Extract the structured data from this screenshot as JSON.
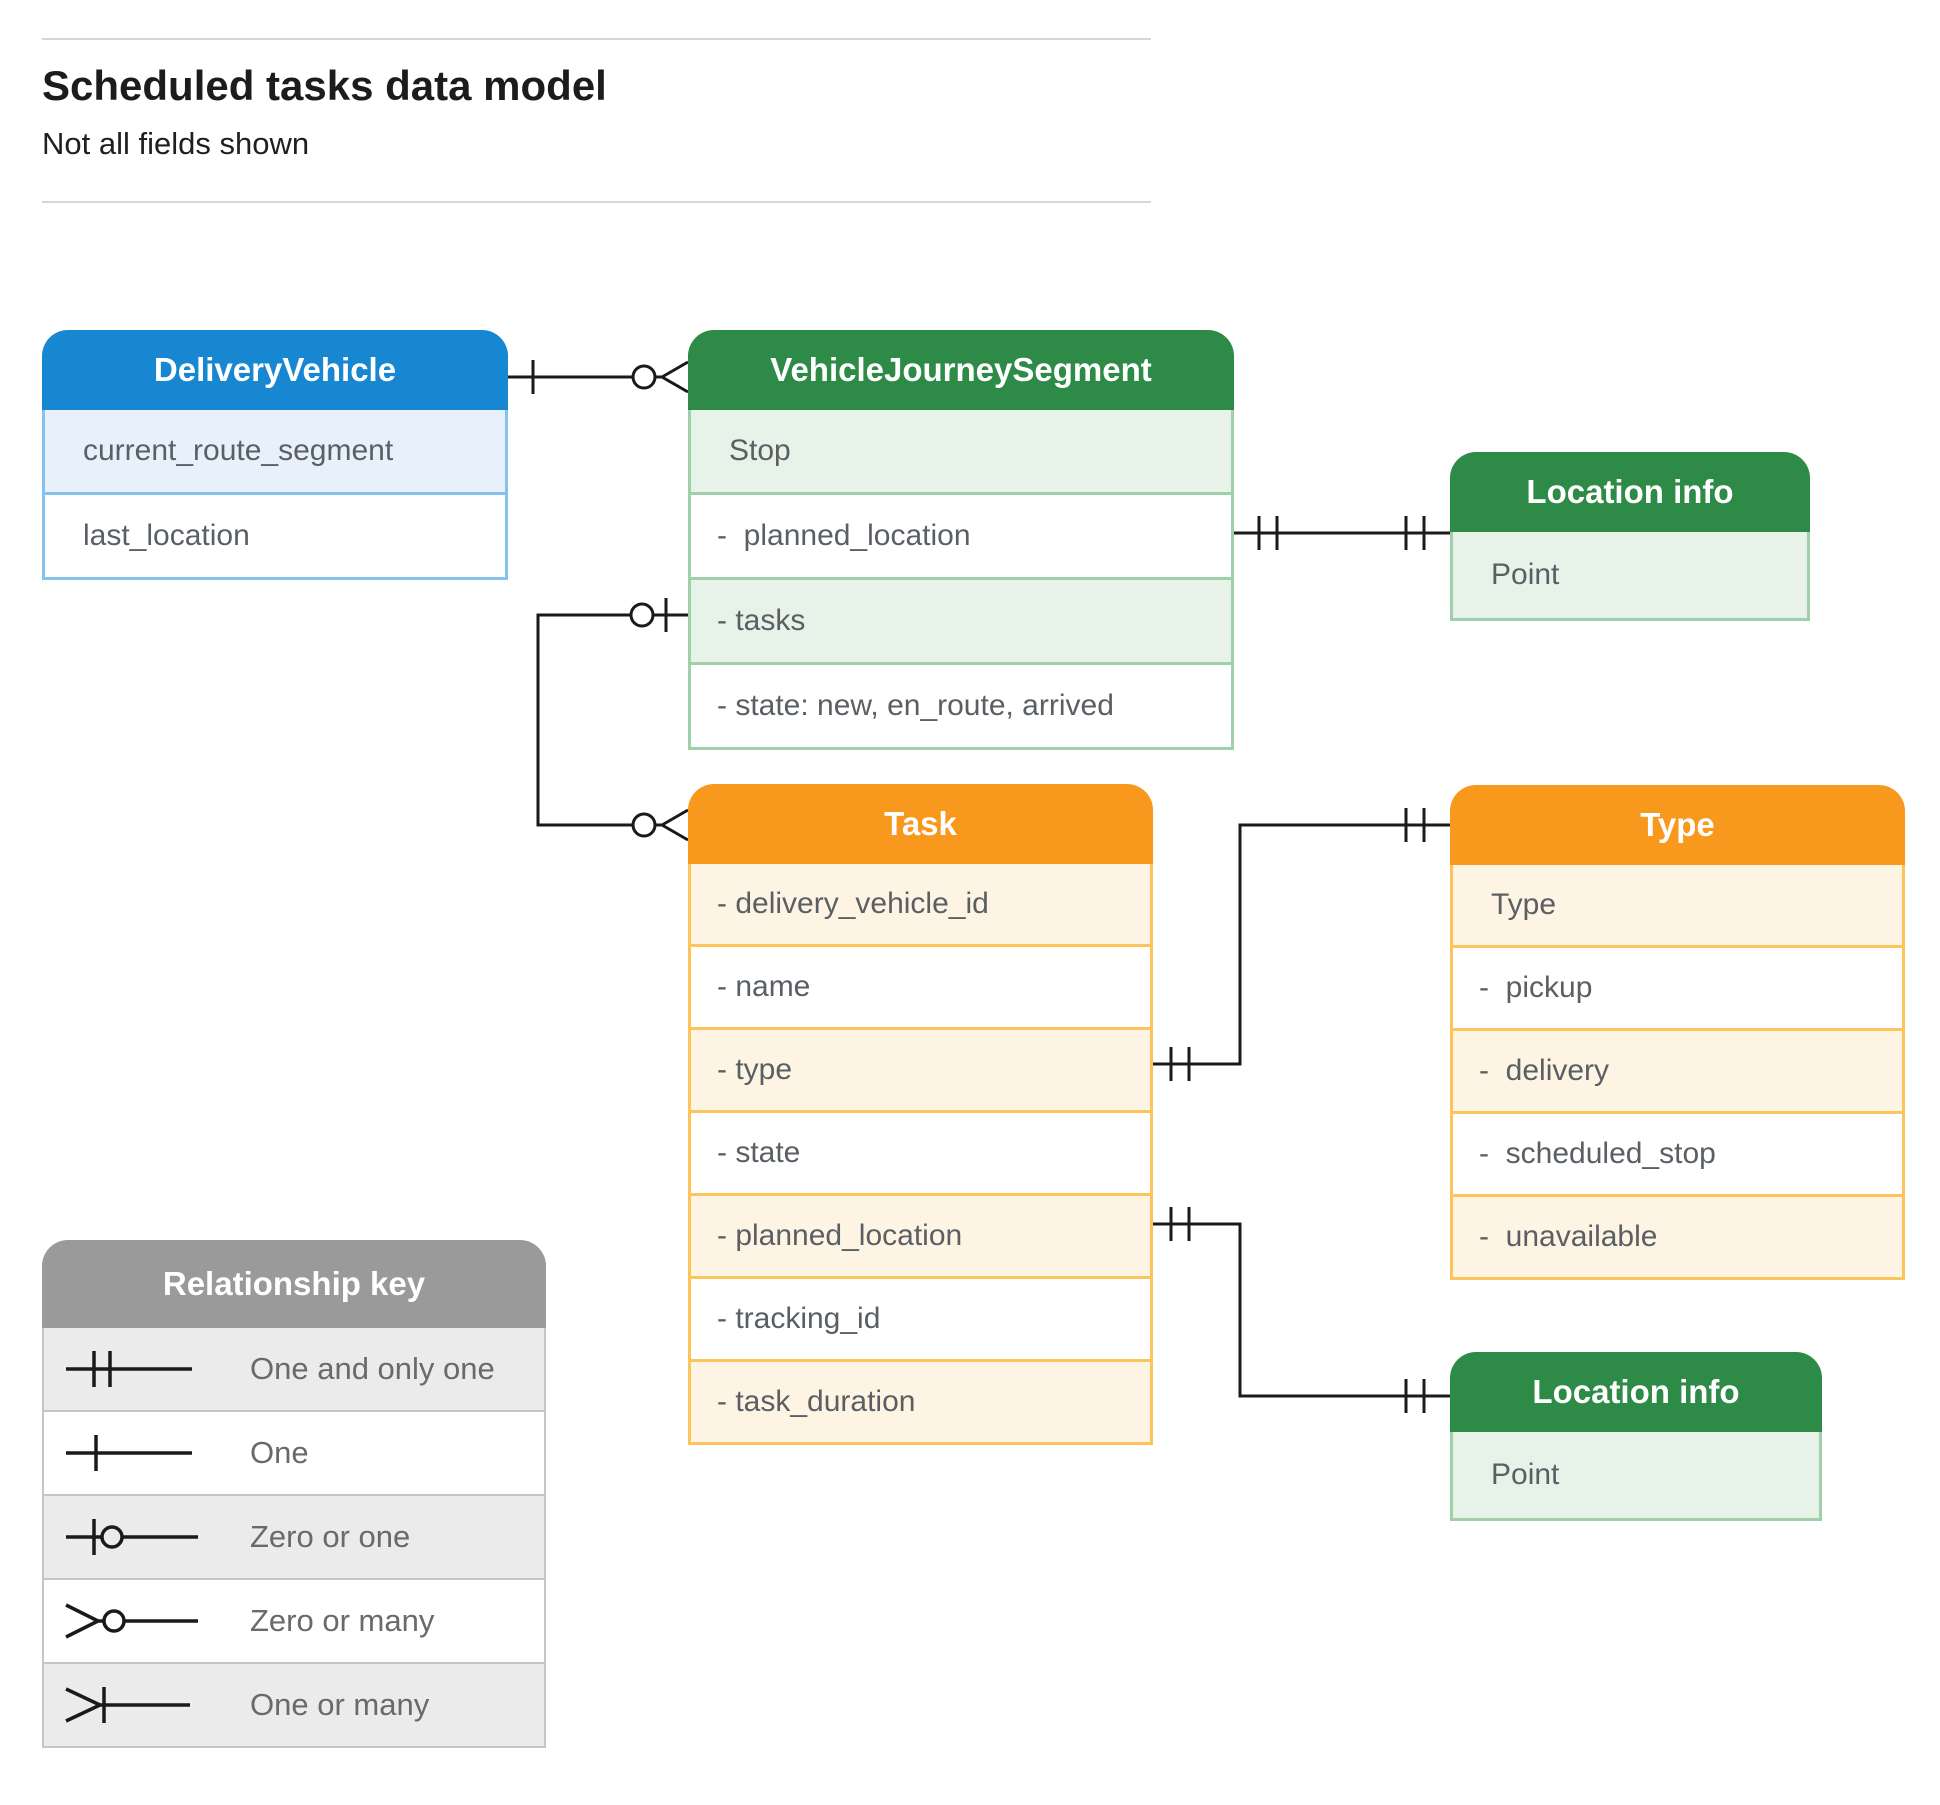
{
  "page": {
    "title": "Scheduled tasks data model",
    "subtitle": "Not all fields shown"
  },
  "colors": {
    "blue_header": "#1787d2",
    "blue_row_tint": "#e8f1fb",
    "blue_border": "#85c2ec",
    "green_header": "#2e8b47",
    "green_row_tint": "#e7f2e9",
    "green_border": "#9fd0aa",
    "orange_header": "#f8981d",
    "orange_row_tint": "#fdf4e3",
    "orange_border": "#fbc55c",
    "gray_header": "#9a9a9a",
    "gray_row_tint": "#ebebeb",
    "connector_line": "#1a1a1a"
  },
  "entities": {
    "delivery_vehicle": {
      "title": "DeliveryVehicle",
      "rows": [
        {
          "label": "current_route_segment"
        },
        {
          "label": "last_location"
        }
      ]
    },
    "vehicle_journey_segment": {
      "title": "VehicleJourneySegment",
      "rows": [
        {
          "label": "Stop"
        },
        {
          "label": "-  planned_location"
        },
        {
          "label": "- tasks"
        },
        {
          "label": "- state: new, en_route, arrived"
        }
      ]
    },
    "location_info_1": {
      "title": "Location info",
      "rows": [
        {
          "label": "Point"
        }
      ]
    },
    "task": {
      "title": "Task",
      "rows": [
        {
          "label": "- delivery_vehicle_id"
        },
        {
          "label": "- name"
        },
        {
          "label": "- type"
        },
        {
          "label": "- state"
        },
        {
          "label": "- planned_location"
        },
        {
          "label": "- tracking_id"
        },
        {
          "label": "- task_duration"
        }
      ]
    },
    "type": {
      "title": "Type",
      "rows": [
        {
          "label": "Type"
        },
        {
          "label": "-  pickup"
        },
        {
          "label": "-  delivery"
        },
        {
          "label": "-  scheduled_stop"
        },
        {
          "label": "-  unavailable"
        }
      ]
    },
    "location_info_2": {
      "title": "Location info",
      "rows": [
        {
          "label": "Point"
        }
      ]
    }
  },
  "legend": {
    "title": "Relationship key",
    "items": [
      {
        "label": "One and only one"
      },
      {
        "label": "One"
      },
      {
        "label": "Zero or one"
      },
      {
        "label": "Zero or many"
      },
      {
        "label": "One or many"
      }
    ]
  }
}
